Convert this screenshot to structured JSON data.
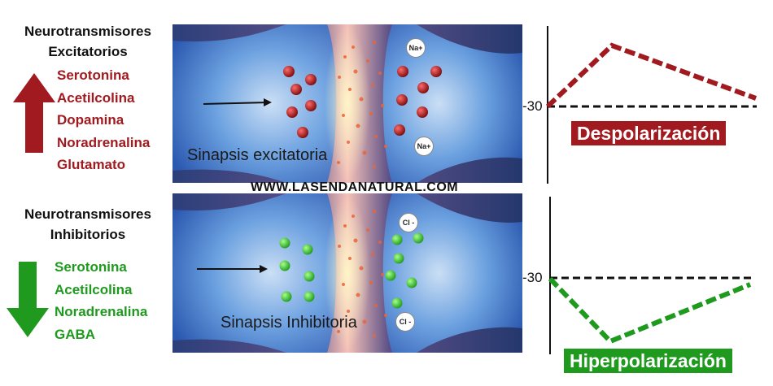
{
  "excitatory": {
    "heading_line1": "Neurotransmisores",
    "heading_line2": "Excitatorios",
    "items": [
      "Serotonina",
      "Acetilcolina",
      "Dopamina",
      "Noradrenalina",
      "Glutamato"
    ],
    "color": "#a11a1f",
    "arrow_icon": "arrow-up-icon",
    "synapse_label": "Sinapsis excitatoria",
    "ion_label": "Na+",
    "vesicle_color": "#8b0f10",
    "threshold_label": "-30",
    "state_label": "Despolarización"
  },
  "inhibitory": {
    "heading_line1": "Neurotransmisores",
    "heading_line2": "Inhibitorios",
    "items": [
      "Serotonina",
      "Acetilcolina",
      "Noradrenalina",
      "GABA"
    ],
    "color": "#1f9a1f",
    "arrow_icon": "arrow-down-icon",
    "synapse_label": "Sinapsis Inhibitoria",
    "ion_label": "Cl -",
    "vesicle_color": "#2fbf2f",
    "threshold_label": "-30",
    "state_label": "Hiperpolarización"
  },
  "watermark": "WWW.LASENDANATURAL.COM"
}
